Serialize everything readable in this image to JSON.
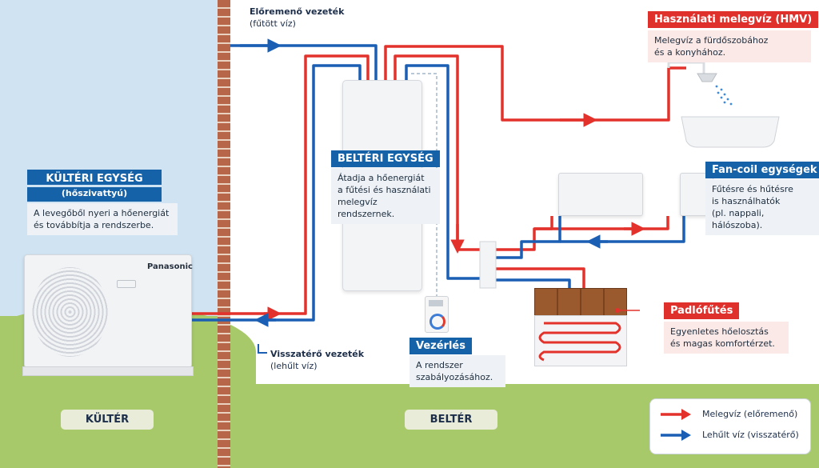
{
  "outdoor": {
    "title": "KÜLTÉRI EGYSÉG",
    "subtitle": "(hőszivattyú)",
    "desc_line1": "A levegőből nyeri a hőenergiát",
    "desc_line2": "és továbbítja a rendszerbe.",
    "brand": "Panasonic"
  },
  "indoor": {
    "title": "BELTÉRI EGYSÉG",
    "desc_line1": "Átadja a hőenergiát",
    "desc_line2": "a fűtési és használati",
    "desc_line3": "melegvíz rendszernek."
  },
  "flow_pipe": {
    "label": "Előremenő vezeték",
    "sub": "(fűtött víz)"
  },
  "return_pipe": {
    "label": "Visszatérő vezeték",
    "sub": "(lehűlt víz)"
  },
  "hmv": {
    "title": "Használati melegvíz (HMV)",
    "desc_line1": "Melegvíz a fürdőszobához",
    "desc_line2": "és a konyhához."
  },
  "fancoil": {
    "title": "Fan-coil egységek",
    "desc_line1": "Fűtésre és hűtésre",
    "desc_line2": "is használhatók",
    "desc_line3": "(pl. nappali, hálószoba)."
  },
  "floor": {
    "title": "Padlófűtés",
    "desc_line1": "Egyenletes hőelosztás",
    "desc_line2": "és magas komfortérzet."
  },
  "control": {
    "title": "Vezérlés",
    "desc_line1": "A rendszer",
    "desc_line2": "szabályozásához."
  },
  "zones": {
    "outside": "KÜLTÉR",
    "inside": "BELTÉR"
  },
  "legend": {
    "hot": "Melegvíz (előremenő)",
    "cold": "Lehűlt víz (visszatérő)"
  },
  "colors": {
    "hot": "#e3322b",
    "cold": "#1a5fb4",
    "grass": "#a8c96a",
    "sky": "#cfe3f3"
  }
}
